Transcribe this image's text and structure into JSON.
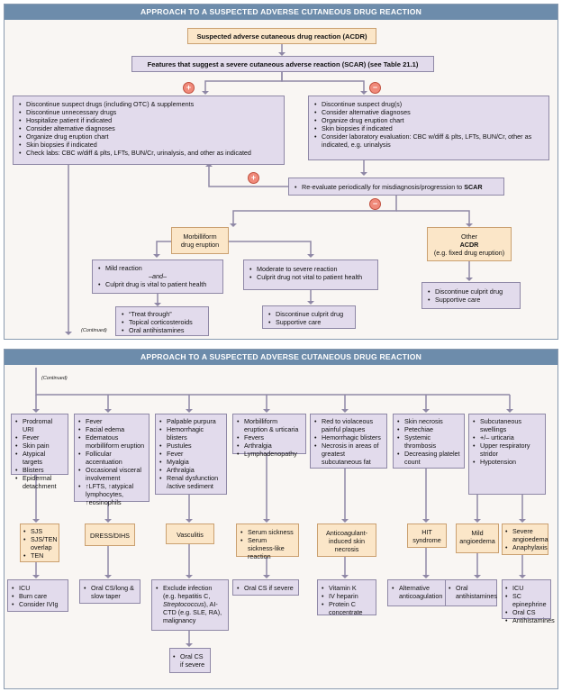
{
  "top": {
    "title": "APPROACH TO A SUSPECTED ADVERSE CUTANEOUS DRUG REACTION",
    "acdr_box": "Suspected adverse cutaneous drug reaction (ACDR)",
    "scar_box": "Features that suggest a severe cutaneous adverse reaction (SCAR) (see Table 21.1)",
    "plus_symbol": "+",
    "minus_symbol": "−",
    "left_items": [
      "Discontinue suspect drugs (including OTC) & supplements",
      "Discontinue unnecessary drugs",
      "Hospitalize patient if indicated",
      "Consider alternative diagnoses",
      "Organize drug eruption chart",
      "Skin biopsies if indicated",
      "Check labs: CBC w/diff & plts, LFTs, BUN/Cr, urinalysis, and other as indicated"
    ],
    "right_items": [
      "Discontinue suspect drug(s)",
      "Consider alternative diagnoses",
      "Organize drug eruption chart",
      "Skin biopsies if indicated",
      "Consider laboratory evaluation: CBC w/diff & plts, LFTs, BUN/Cr, other as indicated, e.g. urinalysis"
    ],
    "reevaluate_text": "Re-evaluate periodically for misdiagnosis/progression to ",
    "reevaluate_bold": "SCAR",
    "morbilliform_line1": "Morbilliform",
    "morbilliform_line2": "drug eruption",
    "other_line1": "Other",
    "other_line2": "ACDR",
    "other_line3": "(e.g. fixed drug eruption)",
    "mild_line1": "Mild reaction",
    "mild_line2": "–and–",
    "mild_line3": "Culprit drug is vital to patient health",
    "moderate_items": [
      "Moderate to severe reaction",
      "Culprit drug not vital to patient health"
    ],
    "treat_through_items": [
      "“Treat through”",
      "Topical corticosteroids",
      "Oral antihistamines"
    ],
    "discontinue_supportive_items": [
      "Discontinue culprit drug",
      "Supportive care"
    ],
    "other_result_items": [
      "Discontinue culprit drug",
      "Supportive care"
    ],
    "continued": "(Continued)"
  },
  "bottom": {
    "title": "APPROACH TO A SUSPECTED ADVERSE CUTANEOUS DRUG REACTION",
    "continued": "(Continued)",
    "col1_features": [
      "Prodromal URI",
      "Fever",
      "Skin pain",
      "Atypical targets",
      "Blisters",
      "Epidermal detachment"
    ],
    "col1_dx": [
      "SJS",
      "SJS/TEN overlap",
      "TEN"
    ],
    "col1_tx": [
      "ICU",
      "Burn care",
      "Consider IVIg"
    ],
    "col2_features": [
      "Fever",
      "Facial edema",
      "Edematous morbilliform eruption",
      "Follicular accentuation",
      "Occasional visceral involvement",
      "↑LFTS, ↑atypical lymphocytes, ↑eosinophils"
    ],
    "col2_dx": "DRESS/DIHS",
    "col2_tx": [
      "Oral CS/long & slow taper"
    ],
    "col3_features": [
      "Palpable purpura",
      "Hemorrhagic blisters",
      "Pustules",
      "Fever",
      "Myalgia",
      "Arthralgia",
      "Renal dysfunction /active sediment"
    ],
    "col3_dx": "Vasculitis",
    "col3_tx_a": "Exclude infection (e.g. hepatitis C, ",
    "col3_tx_b": "Streptococcus",
    "col3_tx_c": "), AI-CTD (e.g. SLE, RA), malignancy",
    "col3_tx2": [
      "Oral CS if severe"
    ],
    "col4_features": [
      "Morbilliform eruption & urticaria",
      "Fevers",
      "Arthralgia",
      "Lymphadenopathy"
    ],
    "col4_dx": [
      "Serum sickness",
      "Serum sickness-like reaction"
    ],
    "col4_tx": [
      "Oral CS if severe"
    ],
    "col5_features": [
      "Red to violaceous painful plaques",
      "Hemorrhagic blisters",
      "Necrosis in areas of greatest subcutaneous fat"
    ],
    "col5_dx": "Anticoagulant-induced skin necrosis",
    "col5_tx": [
      "Vitamin K",
      "IV heparin",
      "Protein C concentrate"
    ],
    "col6_features": [
      "Skin necrosis",
      "Petechiae",
      "Systemic thrombosis",
      "Decreasing platelet count"
    ],
    "col6_dx_line1": "HIT",
    "col6_dx_line2": "syndrome",
    "col6_tx": [
      "Alternative anticoagulation"
    ],
    "col7_features": [
      "Subcutaneous swellings",
      "+/– urticaria",
      "Upper respiratory stridor",
      "Hypotension"
    ],
    "col7_dx_mild_line1": "Mild",
    "col7_dx_mild_line2": "angioedema",
    "col7_dx_severe": [
      "Severe angioedema",
      "Anaphylaxis"
    ],
    "col7_tx_mild": [
      "Oral antihistamines"
    ],
    "col7_tx_severe": [
      "ICU",
      "SC epinephrine",
      "Oral CS",
      "Antihistamines"
    ]
  },
  "colors": {
    "header": "#6d8cab",
    "box_purple": "#e2dbec",
    "box_orange": "#fbe6c8",
    "plus_minus": "#f08a7a"
  }
}
